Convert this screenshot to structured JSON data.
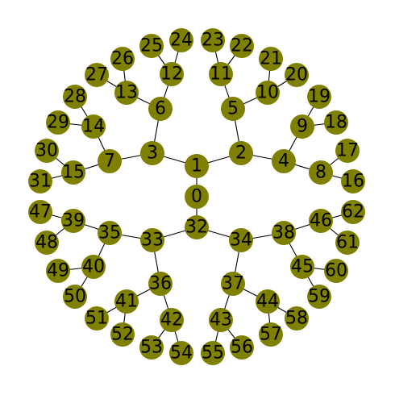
{
  "graph": {
    "node_color": "#808000",
    "label_color": "#000000",
    "edge_color": "#000000",
    "nodes": [
      "0",
      "1",
      "2",
      "3",
      "4",
      "5",
      "6",
      "7",
      "8",
      "9",
      "10",
      "11",
      "12",
      "13",
      "14",
      "15",
      "16",
      "17",
      "18",
      "19",
      "20",
      "21",
      "22",
      "23",
      "24",
      "25",
      "26",
      "27",
      "28",
      "29",
      "30",
      "31",
      "32",
      "33",
      "34",
      "35",
      "36",
      "37",
      "38",
      "39",
      "40",
      "41",
      "42",
      "43",
      "44",
      "45",
      "46",
      "47",
      "48",
      "49",
      "50",
      "51",
      "52",
      "53",
      "54",
      "55",
      "56",
      "57",
      "58",
      "59",
      "60",
      "61",
      "62"
    ],
    "edges": [
      [
        "0",
        "32"
      ],
      [
        "0",
        "1"
      ],
      [
        "1",
        "2"
      ],
      [
        "1",
        "3"
      ],
      [
        "2",
        "4"
      ],
      [
        "2",
        "5"
      ],
      [
        "3",
        "6"
      ],
      [
        "3",
        "7"
      ],
      [
        "4",
        "8"
      ],
      [
        "4",
        "9"
      ],
      [
        "5",
        "10"
      ],
      [
        "5",
        "11"
      ],
      [
        "6",
        "12"
      ],
      [
        "6",
        "13"
      ],
      [
        "7",
        "14"
      ],
      [
        "7",
        "15"
      ],
      [
        "8",
        "16"
      ],
      [
        "8",
        "17"
      ],
      [
        "9",
        "18"
      ],
      [
        "9",
        "19"
      ],
      [
        "10",
        "20"
      ],
      [
        "10",
        "21"
      ],
      [
        "11",
        "22"
      ],
      [
        "11",
        "23"
      ],
      [
        "12",
        "24"
      ],
      [
        "12",
        "25"
      ],
      [
        "13",
        "26"
      ],
      [
        "13",
        "27"
      ],
      [
        "14",
        "28"
      ],
      [
        "14",
        "29"
      ],
      [
        "15",
        "30"
      ],
      [
        "15",
        "31"
      ],
      [
        "32",
        "33"
      ],
      [
        "32",
        "34"
      ],
      [
        "33",
        "35"
      ],
      [
        "33",
        "36"
      ],
      [
        "34",
        "37"
      ],
      [
        "34",
        "38"
      ],
      [
        "35",
        "39"
      ],
      [
        "35",
        "40"
      ],
      [
        "36",
        "41"
      ],
      [
        "36",
        "42"
      ],
      [
        "37",
        "43"
      ],
      [
        "37",
        "44"
      ],
      [
        "38",
        "45"
      ],
      [
        "38",
        "46"
      ],
      [
        "39",
        "47"
      ],
      [
        "39",
        "48"
      ],
      [
        "40",
        "49"
      ],
      [
        "40",
        "50"
      ],
      [
        "41",
        "51"
      ],
      [
        "41",
        "52"
      ],
      [
        "42",
        "53"
      ],
      [
        "42",
        "54"
      ],
      [
        "43",
        "55"
      ],
      [
        "43",
        "56"
      ],
      [
        "44",
        "57"
      ],
      [
        "44",
        "58"
      ],
      [
        "45",
        "59"
      ],
      [
        "45",
        "60"
      ],
      [
        "46",
        "61"
      ],
      [
        "46",
        "62"
      ]
    ]
  }
}
